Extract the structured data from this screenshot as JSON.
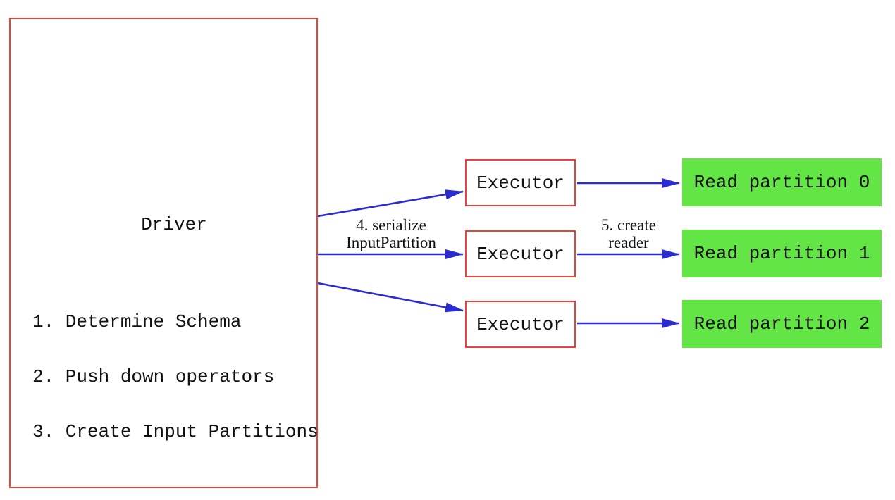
{
  "colors": {
    "box_border_red": "#e8443a",
    "arrow_blue": "#2b2bd2",
    "partition_green": "#64e546",
    "text": "#111111"
  },
  "driver": {
    "title": "Driver",
    "steps": [
      "1. Determine Schema",
      "2. Push down operators",
      "3. Create Input Partitions"
    ]
  },
  "executors": [
    {
      "label": "Executor"
    },
    {
      "label": "Executor"
    },
    {
      "label": "Executor"
    }
  ],
  "partitions": [
    {
      "label": "Read partition 0"
    },
    {
      "label": "Read partition 1"
    },
    {
      "label": "Read partition 2"
    }
  ],
  "edge_labels": {
    "serialize": {
      "line1": "4. serialize",
      "line2": "InputPartition"
    },
    "create_reader": {
      "line1": "5. create",
      "line2": "reader"
    }
  }
}
